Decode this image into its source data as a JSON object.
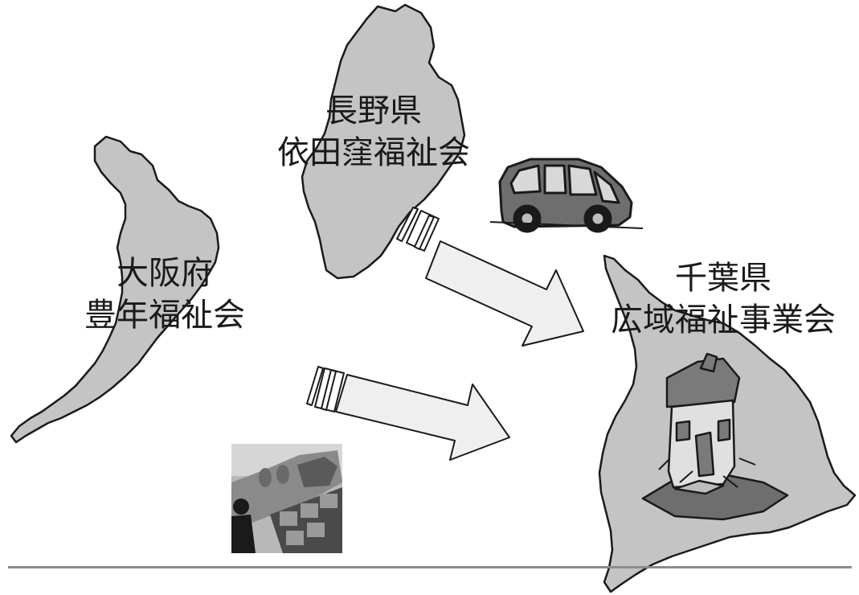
{
  "nodes": {
    "nagano": {
      "prefecture": "長野県",
      "organization": "依田窪福祉会"
    },
    "osaka": {
      "prefecture": "大阪府",
      "organization": "豊年福祉会"
    },
    "chiba": {
      "prefecture": "千葉県",
      "organization": "広域福祉事業会"
    }
  },
  "edges": [
    {
      "from": "nagano",
      "to": "chiba"
    },
    {
      "from": "osaka",
      "to": "chiba"
    }
  ],
  "icons": [
    "van-icon",
    "damaged-house-icon",
    "relief-supplies-photo"
  ],
  "colors": {
    "map_fill": "#c4c4c4",
    "map_stroke": "#1a1a1a",
    "arrow_fill": "#efefef",
    "divider": "#8c8c8c"
  }
}
